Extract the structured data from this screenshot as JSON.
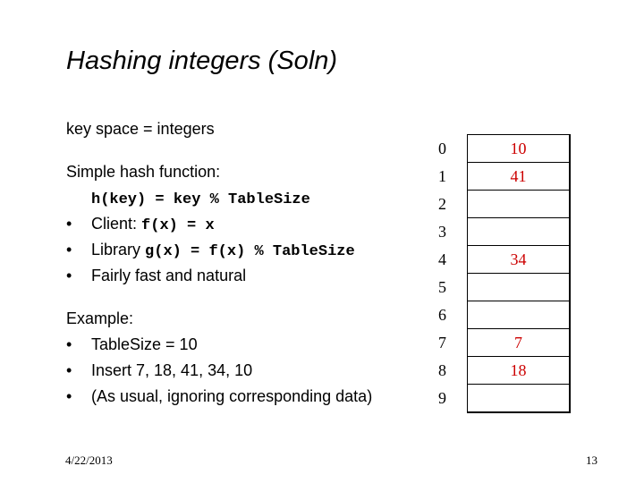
{
  "slide": {
    "title": "Hashing integers (Soln)",
    "date": "4/22/2013",
    "page_number": "13"
  },
  "content": {
    "key_space": "key space = integers",
    "hash_heading": "Simple hash function:",
    "hash_formula": "h(key) = key % TableSize",
    "bullet_char": "•",
    "client_label": "Client:",
    "client_code": "f(x) = x",
    "library_label": "Library",
    "library_code": "g(x) = f(x) % TableSize",
    "fast_natural": "Fairly fast and natural",
    "example_heading": "Example:",
    "example_bullets": [
      "TableSize = 10",
      "Insert 7, 18, 41, 34, 10",
      "(As usual, ignoring corresponding data)"
    ]
  },
  "hash_table": {
    "indices": [
      "0",
      "1",
      "2",
      "3",
      "4",
      "5",
      "6",
      "7",
      "8",
      "9"
    ],
    "values": [
      "10",
      "41",
      "",
      "",
      "34",
      "",
      "",
      "7",
      "18",
      ""
    ],
    "value_color": "#cc0000"
  }
}
